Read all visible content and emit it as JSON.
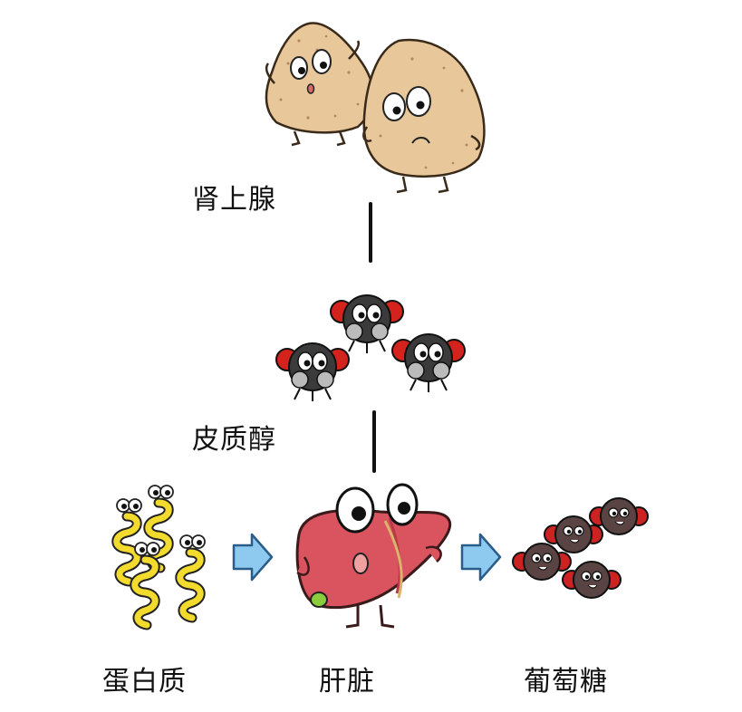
{
  "labels": {
    "adrenal": "肾上腺",
    "cortisol": "皮质醇",
    "protein": "蛋白质",
    "liver": "肝脏",
    "glucose": "葡萄糖"
  },
  "colors": {
    "adrenal_fill": "#E8C79A",
    "adrenal_stroke": "#3a2a1a",
    "cortisol_body": "#3b3b3b",
    "cortisol_ear": "#d3231c",
    "protein_fill": "#F3DB2E",
    "liver_fill": "#D9545E",
    "liver_dark": "#B93A45",
    "gallbladder": "#8ACC3E",
    "arrow_fill": "#8EC9F0",
    "arrow_stroke": "#2a5c88",
    "glucose_body": "#5a4343",
    "glucose_ear": "#cc2222"
  },
  "icons": {
    "adrenal": "adrenal-gland-characters-icon",
    "cortisol": "cortisol-characters-icon",
    "protein": "protein-characters-icon",
    "liver": "liver-character-icon",
    "glucose": "glucose-characters-icon"
  }
}
